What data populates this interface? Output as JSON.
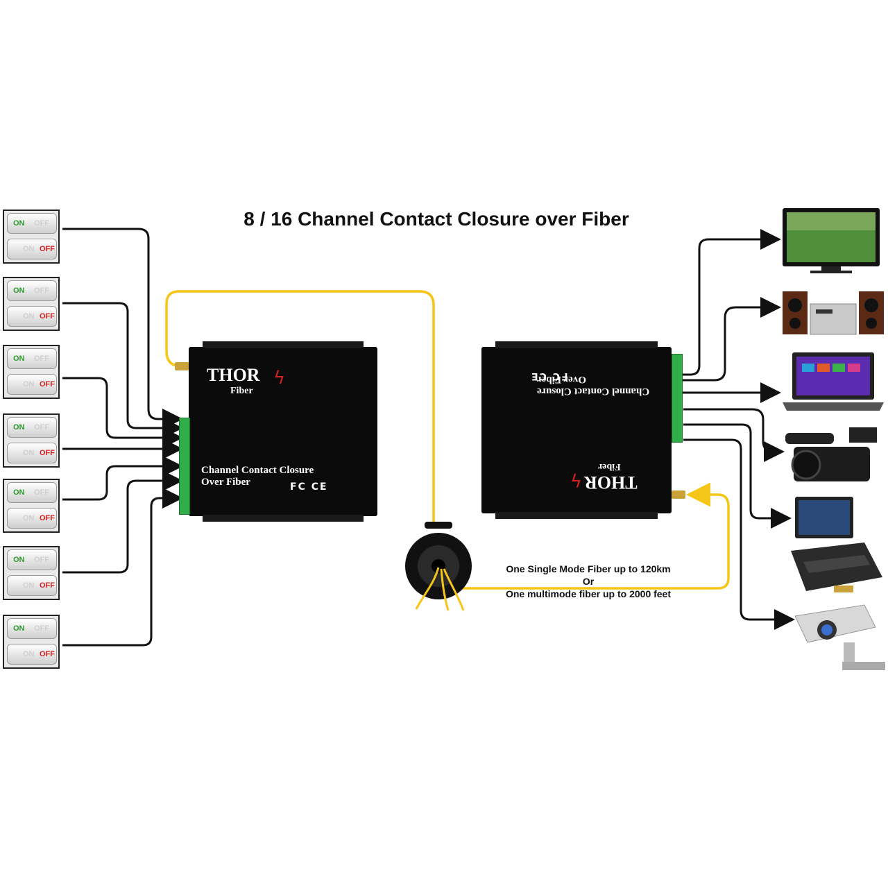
{
  "title": "8 / 16 Channel  Contact Closure over Fiber",
  "switch_labels": {
    "on": "ON",
    "off": "OFF"
  },
  "switch_count": 7,
  "transmitter": {
    "brand": "THOR",
    "brand_sub": "Fiber",
    "product_name": "Channel Contact Closure\nOver Fiber",
    "certifications": "FC CE"
  },
  "receiver": {
    "brand": "THOR",
    "brand_sub": "Fiber",
    "product_name": "Channel Contact Closure\nOver Fiber",
    "certifications": "FC CE"
  },
  "fiber_note": {
    "line1": "One Single Mode Fiber up to 120km",
    "line2": "Or",
    "line3": "One multimode fiber up to 2000 feet"
  },
  "outputs": [
    "tv-icon",
    "stereo-icon",
    "laptop-icon",
    "camcorder-icon",
    "video-switcher-icon",
    "cctv-camera-icon"
  ],
  "colors": {
    "fiber": "#f5c518",
    "wire": "#111111",
    "device": "#0b0b0b",
    "terminal": "#2fae4a",
    "off": "#d42020",
    "on": "#2e9a2e"
  }
}
